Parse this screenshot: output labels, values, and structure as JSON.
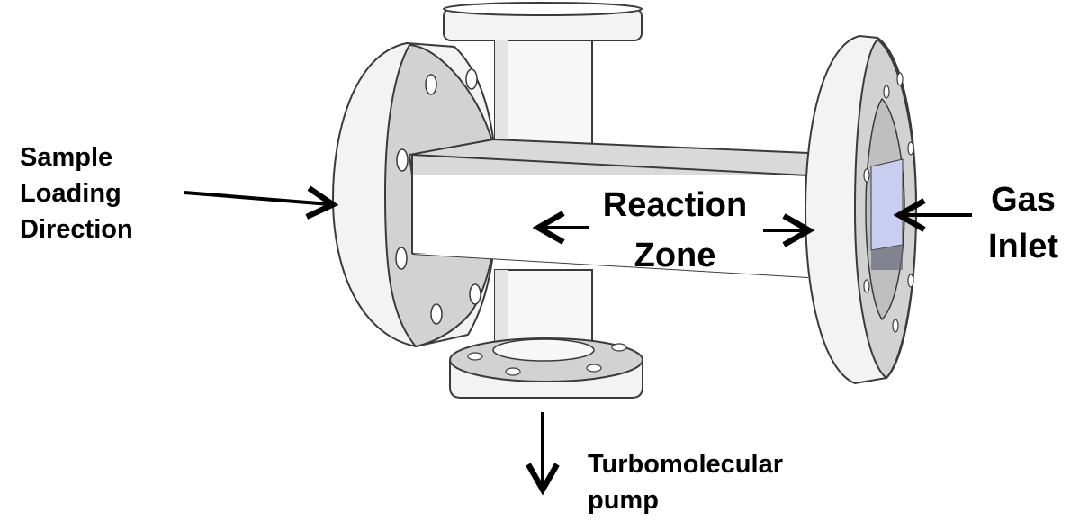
{
  "labels": {
    "sample_loading": [
      "Sample",
      "Loading",
      "Direction"
    ],
    "reaction_zone": [
      "Reaction",
      "Zone"
    ],
    "gas_inlet": [
      "Gas",
      "Inlet"
    ],
    "turbomolecular_pump": [
      "Turbomolecular",
      "pump"
    ]
  },
  "colors": {
    "metal_light": "#f2f2f2",
    "metal_face": "#d2d2d2",
    "metal_edge": "#3a3a3a",
    "window": "#c9cdf0",
    "arrow": "#000000"
  }
}
